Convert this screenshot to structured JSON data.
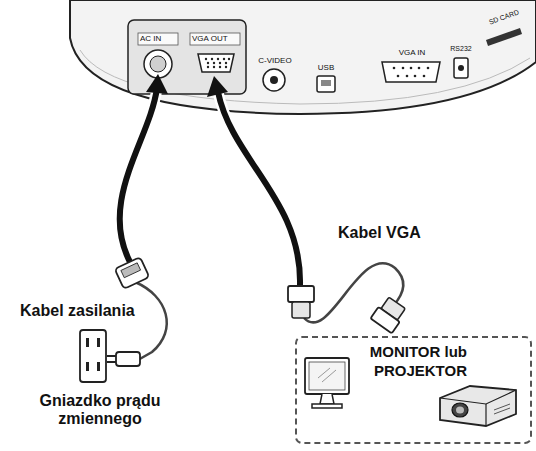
{
  "diagram": {
    "nodes": [
      {
        "text": [
          "MONITOR lub PROJEKTOR"
        ]
      }
    ],
    "labels": [
      "AC IN",
      "VGA OUT",
      "C-VIDEO",
      "USB",
      "VGA IN",
      "RS232",
      "SD CARD",
      "Kabel zasilania",
      "Kabel VGA",
      "Gniazdko prądu zmiennego"
    ]
  }
}
